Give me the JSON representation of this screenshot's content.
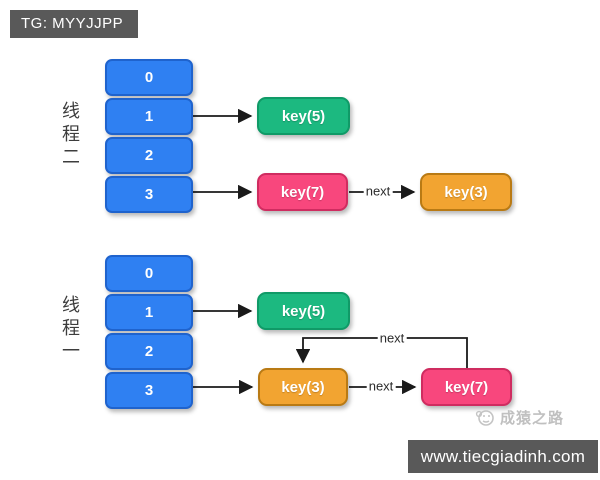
{
  "header": {
    "tag_label": "TG: MYYJJPP"
  },
  "diagram_top": {
    "thread_label": "线程二",
    "cells": [
      "0",
      "1",
      "2",
      "3"
    ],
    "node_key5": "key(5)",
    "node_key7": "key(7)",
    "node_key3": "key(3)",
    "next_label": "next"
  },
  "diagram_bottom": {
    "thread_label": "线程一",
    "cells": [
      "0",
      "1",
      "2",
      "3"
    ],
    "node_key5": "key(5)",
    "node_key3": "key(3)",
    "node_key7": "key(7)",
    "next_label": "next",
    "loop_next_label": "next"
  },
  "footer": {
    "brand": "成猿之路",
    "site": "www.tiecgiadinh.com"
  },
  "colors": {
    "bucket_blue": "#2f80f2",
    "node_green": "#1cb980",
    "node_pink": "#f8477d",
    "node_orange": "#f2a431",
    "tag_gray": "#595959",
    "watermark_gray": "#c0c0c0",
    "wire_black": "#1a1a1a"
  }
}
